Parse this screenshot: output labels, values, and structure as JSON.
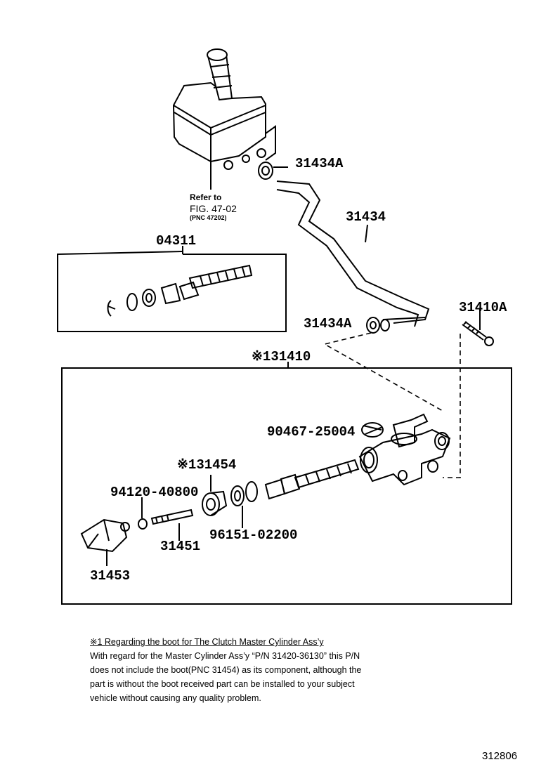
{
  "diagram": {
    "labels": {
      "p31434A_top": "31434A",
      "refer_line1": "Refer to",
      "refer_line2": "FIG. 47-02",
      "refer_line3": "(PNC 47202)",
      "p31434": "31434",
      "p04311": "04311",
      "p31410A": "31410A",
      "p31434A_bottom": "31434A",
      "p31410": "※131410",
      "p90467": "90467-25004",
      "p31454": "※131454",
      "p94120": "94120-40800",
      "p96151": "96151-02200",
      "p31451": "31451",
      "p31453": "31453"
    }
  },
  "note": {
    "title": "※1 Regarding the boot for The Clutch Master Cylinder Ass’y",
    "line1": "With regard for the Master Cylinder Ass’y “P/N 31420-36130” this P/N",
    "line2": "does not include the boot(PNC 31454) as its component, although the",
    "line3": "part is without the boot received part can be installed to your subject",
    "line4": "vehicle without causing any quality problem."
  },
  "footer": {
    "figure_code": "312806"
  }
}
